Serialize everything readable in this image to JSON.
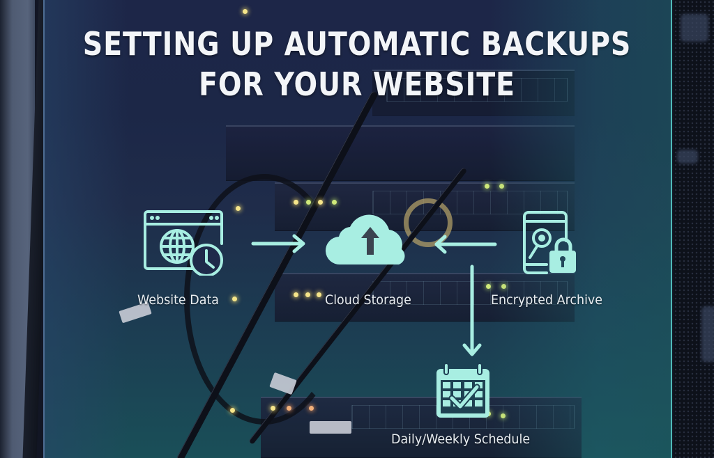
{
  "title": {
    "line1": "SETTING UP AUTOMATIC BACKUPS",
    "line2": "FOR YOUR WEBSITE"
  },
  "colors": {
    "icon": "#a8eee2",
    "title_text": "#f3f5f8",
    "label_text": "#e8edf1",
    "panel_top": "#1d2648",
    "panel_bottom": "#1a4f58"
  },
  "diagram": {
    "nodes": [
      {
        "id": "website-data",
        "label": "Website Data",
        "icon": "browser-globe-clock-icon"
      },
      {
        "id": "cloud-storage",
        "label": "Cloud Storage",
        "icon": "cloud-upload-icon"
      },
      {
        "id": "encrypted-archive",
        "label": "Encrypted Archive",
        "icon": "drive-lock-icon"
      },
      {
        "id": "schedule",
        "label": "Daily/Weekly Schedule",
        "icon": "calendar-check-icon"
      }
    ],
    "edges": [
      {
        "from": "website-data",
        "to": "cloud-storage",
        "direction": "right"
      },
      {
        "from": "encrypted-archive",
        "to": "cloud-storage",
        "direction": "left"
      },
      {
        "from": "cloud-storage",
        "to": "schedule",
        "direction": "down"
      }
    ]
  }
}
